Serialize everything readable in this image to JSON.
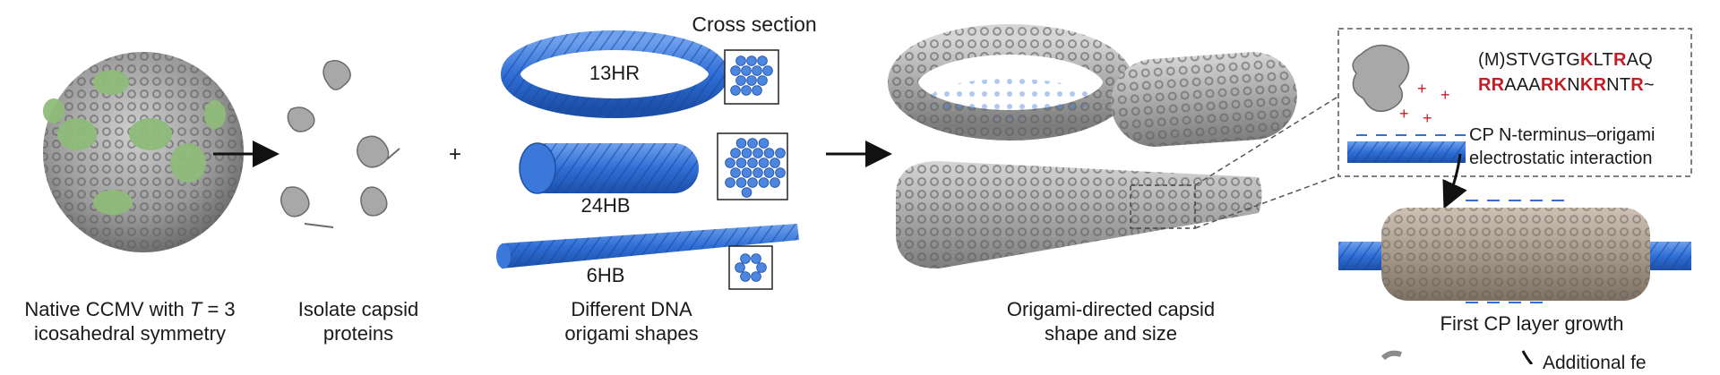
{
  "labels": {
    "native_1": "Native CCMV with ",
    "native_T": "T",
    "native_1b": " = 3",
    "native_2": "icosahedral symmetry",
    "isolate_1": "Isolate capsid",
    "isolate_2": "proteins",
    "dna_1": "Different DNA",
    "dna_2": "origami shapes",
    "directed_1": "Origami-directed capsid",
    "directed_2": "shape and size",
    "cross_section": "Cross section",
    "hr13": "13HR",
    "hb24": "24HB",
    "hb6": "6HB",
    "first_layer": "First CP layer growth",
    "additional": "Additional fe",
    "plus": "+"
  },
  "sequence": {
    "line1": [
      {
        "t": "(M)STVGTG",
        "hl": false
      },
      {
        "t": "K",
        "hl": true
      },
      {
        "t": "LT",
        "hl": false
      },
      {
        "t": "R",
        "hl": true
      },
      {
        "t": "AQ",
        "hl": false
      }
    ],
    "line2": [
      {
        "t": "RR",
        "hl": true
      },
      {
        "t": "AAA",
        "hl": false
      },
      {
        "t": "RK",
        "hl": true
      },
      {
        "t": "N",
        "hl": false
      },
      {
        "t": "KR",
        "hl": true
      },
      {
        "t": "NT",
        "hl": false
      },
      {
        "t": "R",
        "hl": true
      },
      {
        "t": "~",
        "hl": false
      }
    ]
  },
  "interaction": {
    "line1": "CP N-terminus–origami",
    "line2": "electrostatic interaction"
  },
  "charges": {
    "plus": "+",
    "minus": "−"
  },
  "colors": {
    "dna_blue": "#2f6fd6",
    "protein_gray": "#a8a8a8",
    "capsid_green": "#8fbc7a",
    "charge_red": "#c41e24",
    "layer_tan": "#a89a8a"
  }
}
